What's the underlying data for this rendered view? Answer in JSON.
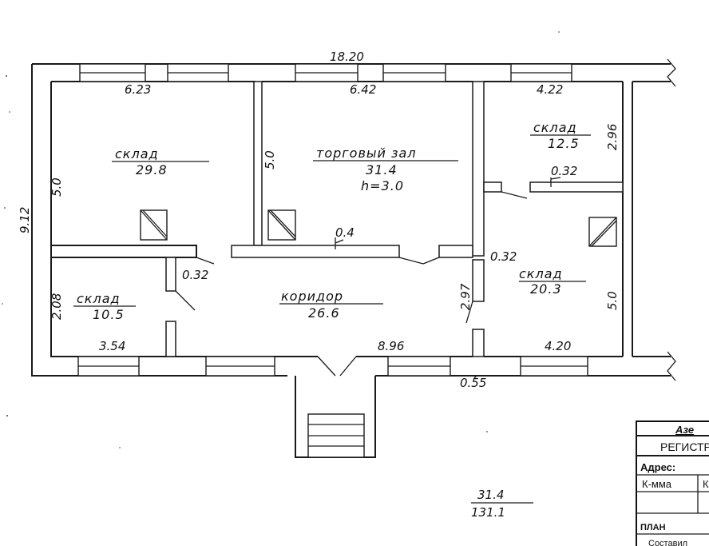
{
  "plan": {
    "overall_width": "18.20",
    "overall_depth": "9.12",
    "rooms": [
      {
        "name": "склад",
        "area": "29.8"
      },
      {
        "name": "торговый зал",
        "area": "31.4",
        "height": "h=3.0"
      },
      {
        "name": "склад",
        "area": "12.5"
      },
      {
        "name": "склад",
        "area": "20.3"
      },
      {
        "name": "склад",
        "area": "10.5"
      },
      {
        "name": "коридор",
        "area": "26.6"
      }
    ],
    "dimensions": {
      "top_left": "6.23",
      "top_mid": "6.42",
      "top_right": "4.22",
      "left_room_height": "5.0",
      "mid_room_height": "5.0",
      "right_upper_height": "2.96",
      "right_lower_height": "5.0",
      "partition_right": "0.32",
      "partition_mid": "0.4",
      "partition_left": "0.32",
      "partition_right_low": "0.32",
      "bottom_left_height": "2.08",
      "corridor_height": "2.97",
      "bottom_left": "3.54",
      "bottom_mid": "8.96",
      "bottom_right": "4.20",
      "entrance": "0.55"
    },
    "summary": {
      "numerator": "31.4",
      "denominator": "131.1"
    }
  },
  "stamp": {
    "header": "Азе",
    "registry": "РЕГИСТР",
    "address_label": "Адрес:",
    "kmma_label": "К-мма",
    "k_label": "К",
    "plan_label": "ПЛАН",
    "compiled_label": "Составил"
  }
}
